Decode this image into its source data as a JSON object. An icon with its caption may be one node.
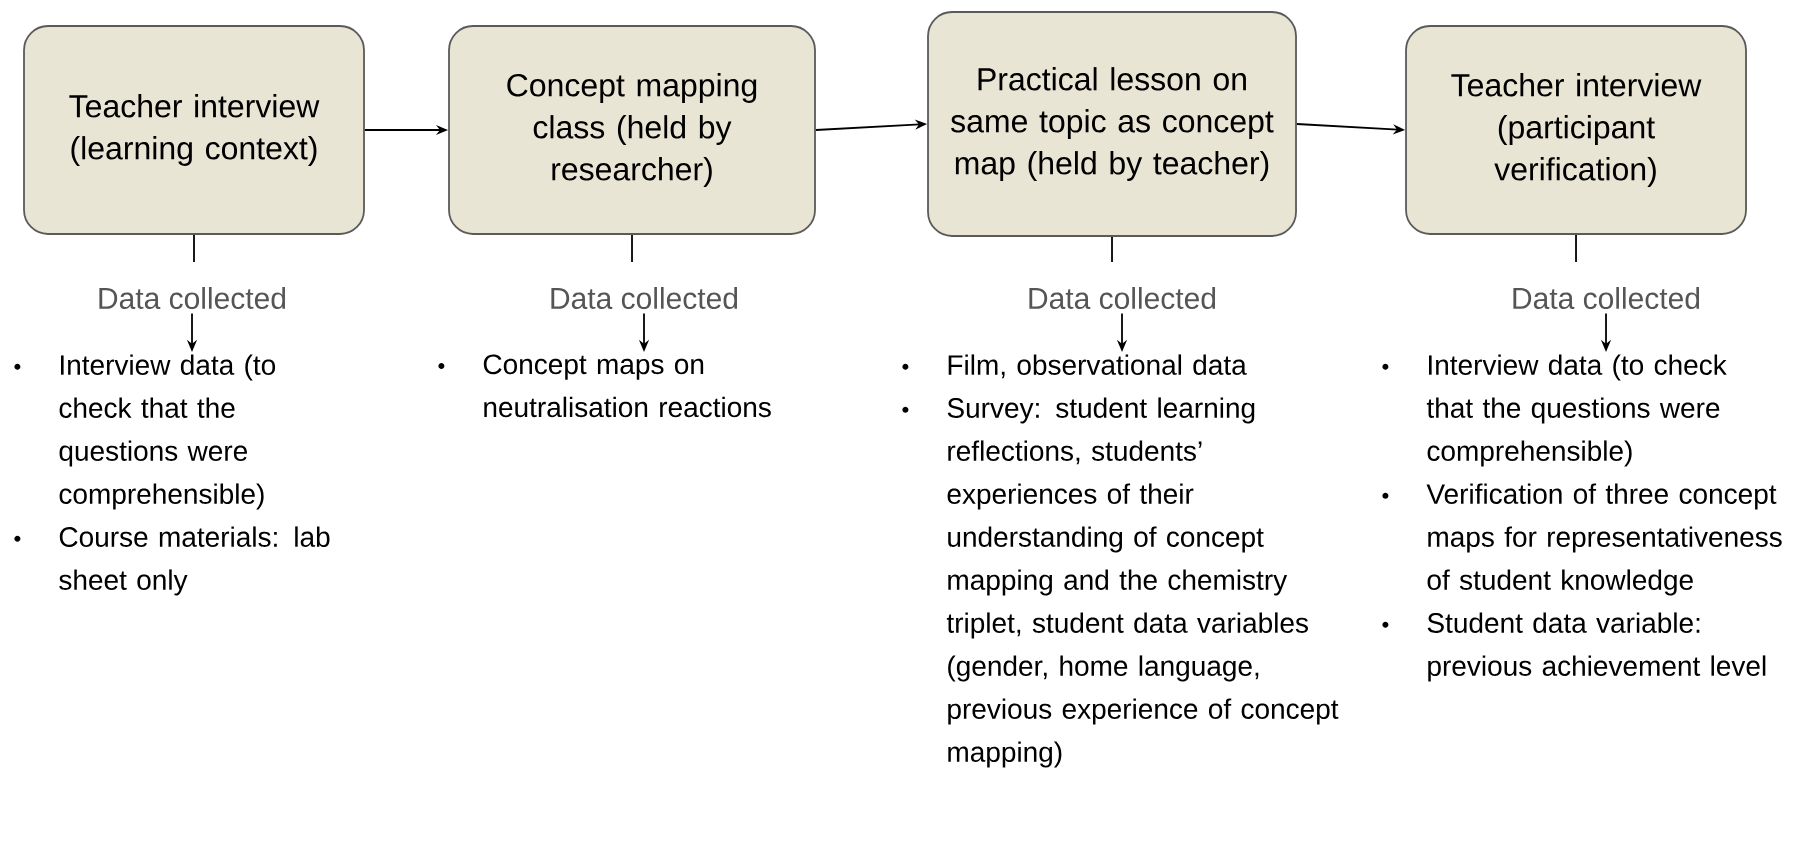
{
  "diagram": {
    "nodes": [
      {
        "text": [
          "Teacher interview (learning context)"
        ]
      },
      {
        "text": [
          "Concept mapping class (held by researcher)"
        ]
      },
      {
        "text": [
          "Practical lesson on same topic as concept map (held by teacher)"
        ]
      },
      {
        "text": [
          "Teacher interview (participant verification)"
        ]
      },
      {
        "text": [
          "Data collected"
        ]
      },
      {
        "text": [
          "Data collected"
        ]
      },
      {
        "text": [
          "Data collected"
        ]
      },
      {
        "text": [
          "Data collected"
        ]
      },
      {
        "text": [
          "Interview data (to check that the questions were comprehensible)",
          "Course materials: lab sheet only"
        ]
      },
      {
        "text": [
          "Concept maps on neutralisation reactions"
        ]
      },
      {
        "text": [
          "Film, observational data",
          "Survey: student learning reflections, students’ experiences of their understanding of concept mapping and the chemistry triplet, student data variables (gender, home language, previous experience of concept mapping)"
        ]
      },
      {
        "text": [
          "Interview data (to check that the questions were comprehensible)",
          "Verification of three concept maps for representativeness of student knowledge",
          "Student data variable: previous achievement level"
        ]
      }
    ],
    "edges": [
      {
        "from": 0,
        "to": 1,
        "arrow": "to"
      },
      {
        "from": 1,
        "to": 2,
        "arrow": "to"
      },
      {
        "from": 2,
        "to": 3,
        "arrow": "to"
      },
      {
        "from": 0,
        "to": 4,
        "arrow": "none"
      },
      {
        "from": 1,
        "to": 5,
        "arrow": "none"
      },
      {
        "from": 2,
        "to": 6,
        "arrow": "none"
      },
      {
        "from": 3,
        "to": 7,
        "arrow": "none"
      },
      {
        "from": 4,
        "to": 8,
        "arrow": "to"
      },
      {
        "from": 5,
        "to": 9,
        "arrow": "to"
      },
      {
        "from": 6,
        "to": 10,
        "arrow": "to"
      },
      {
        "from": 7,
        "to": 11,
        "arrow": "to"
      }
    ]
  }
}
